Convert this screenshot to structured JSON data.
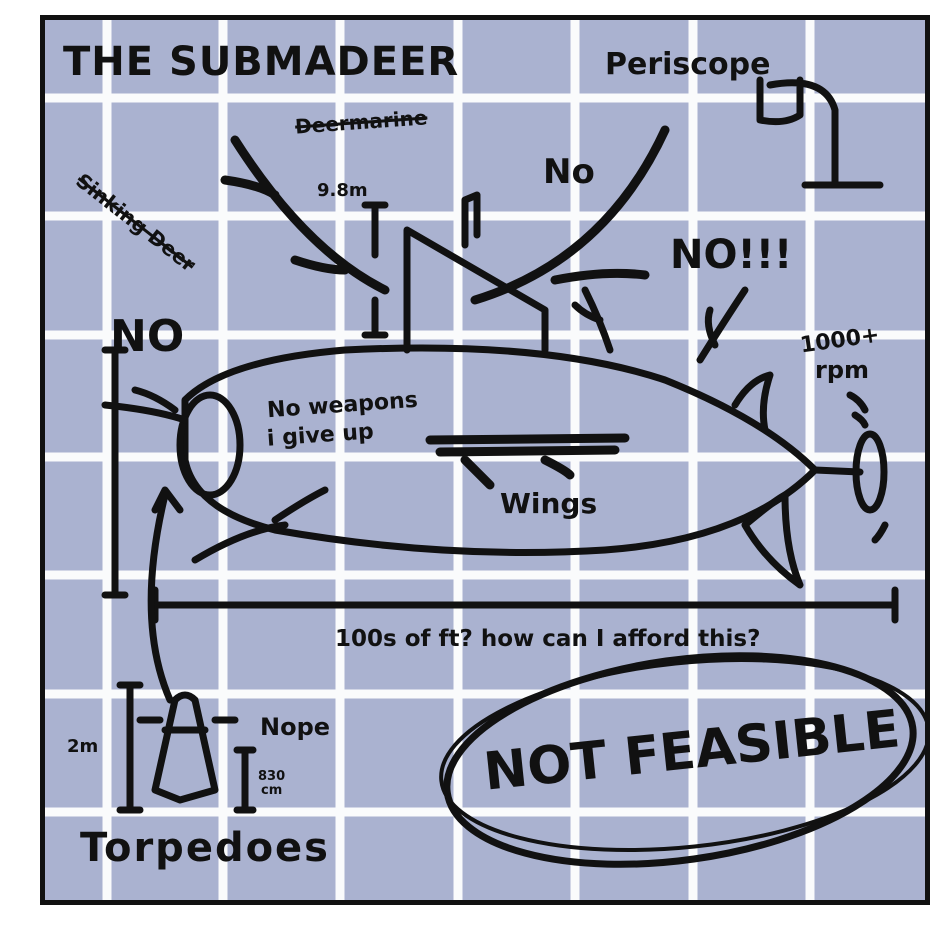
{
  "title": "THE SUBMADEER",
  "crossed_out_names": [
    "Deermarine",
    "Sinking Deer"
  ],
  "labels": {
    "periscope": "Periscope",
    "height": "9.8m",
    "no_1": "No",
    "no_2": "NO!!!",
    "no_3": "NO",
    "weapons": "No weapons",
    "give_up": "i give up",
    "rpm_1": "1000+",
    "rpm_2": "rpm",
    "wings": "Wings",
    "length": "100s of ft? how can I afford this?",
    "torpedo_height": "2m",
    "nope": "Nope",
    "torpedo_width_1": "830",
    "torpedo_width_2": "cm",
    "torpedoes": "Torpedoes",
    "verdict": "NOT FEASIBLE"
  },
  "colors": {
    "background": "#aab2d0",
    "grid": "#ffffff",
    "ink": "#111111"
  }
}
